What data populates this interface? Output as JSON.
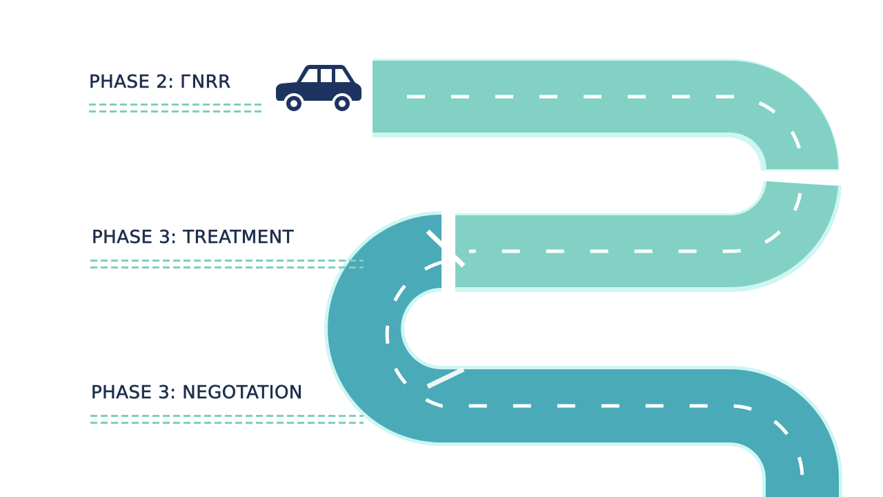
{
  "phases": [
    {
      "label": "PHASE 2: ГNRR"
    },
    {
      "label": "PHASE 3: TREATMENT"
    },
    {
      "label": "PHASE 3: NEGOTATION"
    }
  ],
  "colors": {
    "road_light": "#82d1c4",
    "road_dark": "#4aaab8",
    "road_edge": "#cdf6f3",
    "lane_marking": "#ffffff",
    "car": "#1e3460",
    "text": "#1e2f4d",
    "underline": "#7fcfbd"
  },
  "icons": {
    "vehicle": "car-icon"
  }
}
